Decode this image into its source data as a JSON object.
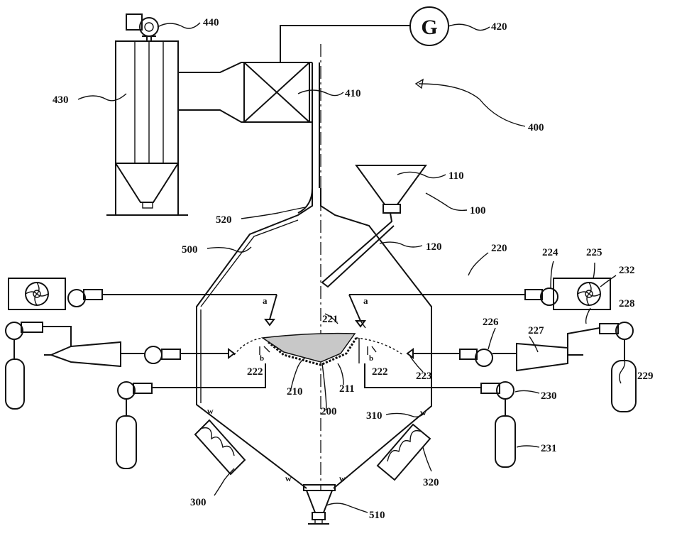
{
  "generator_symbol": "G",
  "labels": {
    "l440": "440",
    "l420": "420",
    "l430": "430",
    "l410": "410",
    "l400": "400",
    "l110": "110",
    "l100": "100",
    "l520": "520",
    "l500": "500",
    "l120": "120",
    "l220": "220",
    "l224": "224",
    "l225": "225",
    "l232": "232",
    "l228": "228",
    "l226": "226",
    "l227": "227",
    "l221": "221",
    "l223": "223",
    "l229": "229",
    "l222a": "222",
    "l222b": "222",
    "l210": "210",
    "l211": "211",
    "l200": "200",
    "l310": "310",
    "l230": "230",
    "l231": "231",
    "l300": "300",
    "l320": "320",
    "l510": "510"
  },
  "angle_marks": {
    "a_left": "a",
    "a_right": "a",
    "b_left": "b",
    "b_right": "b"
  },
  "valve_mark": "w"
}
